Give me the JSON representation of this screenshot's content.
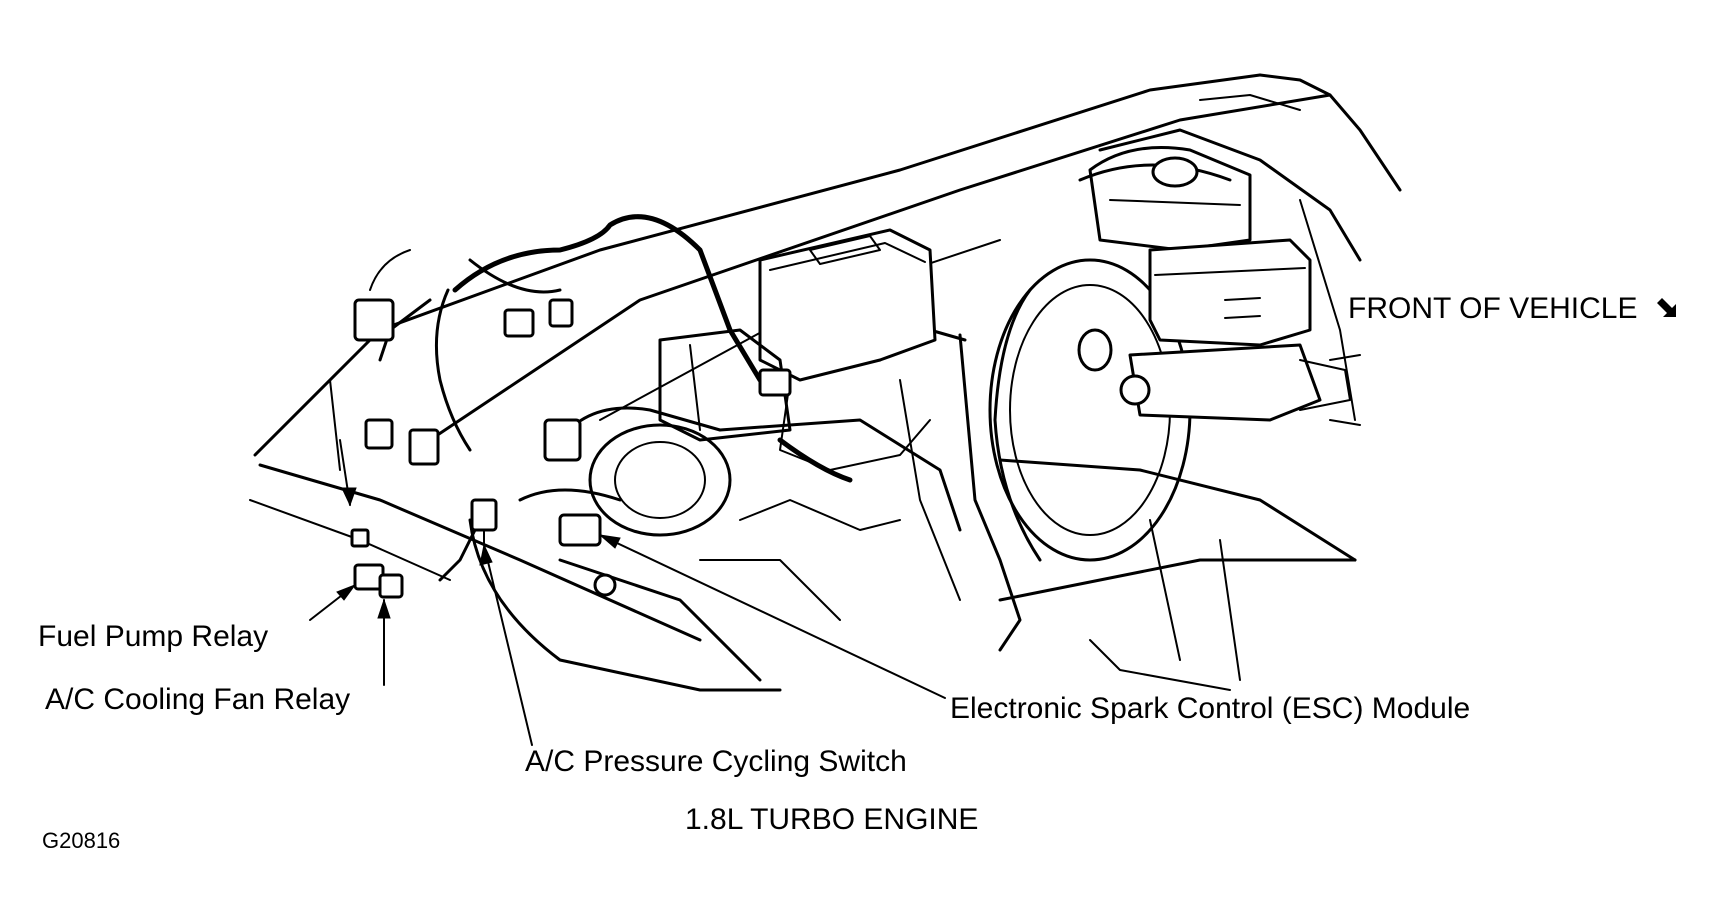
{
  "labels": {
    "front_of_vehicle": "FRONT OF VEHICLE",
    "fuel_pump_relay": "Fuel Pump Relay",
    "ac_cooling_fan_relay": "A/C Cooling Fan Relay",
    "esc_module": "Electronic Spark Control (ESC) Module",
    "ac_pressure_cycling_switch": "A/C Pressure Cycling Switch",
    "engine": "1.8L TURBO ENGINE",
    "figure_id": "G20816"
  },
  "icons": {
    "front_arrow": "arrow-down-right-icon"
  },
  "colors": {
    "line": "#000000",
    "background": "#ffffff"
  }
}
